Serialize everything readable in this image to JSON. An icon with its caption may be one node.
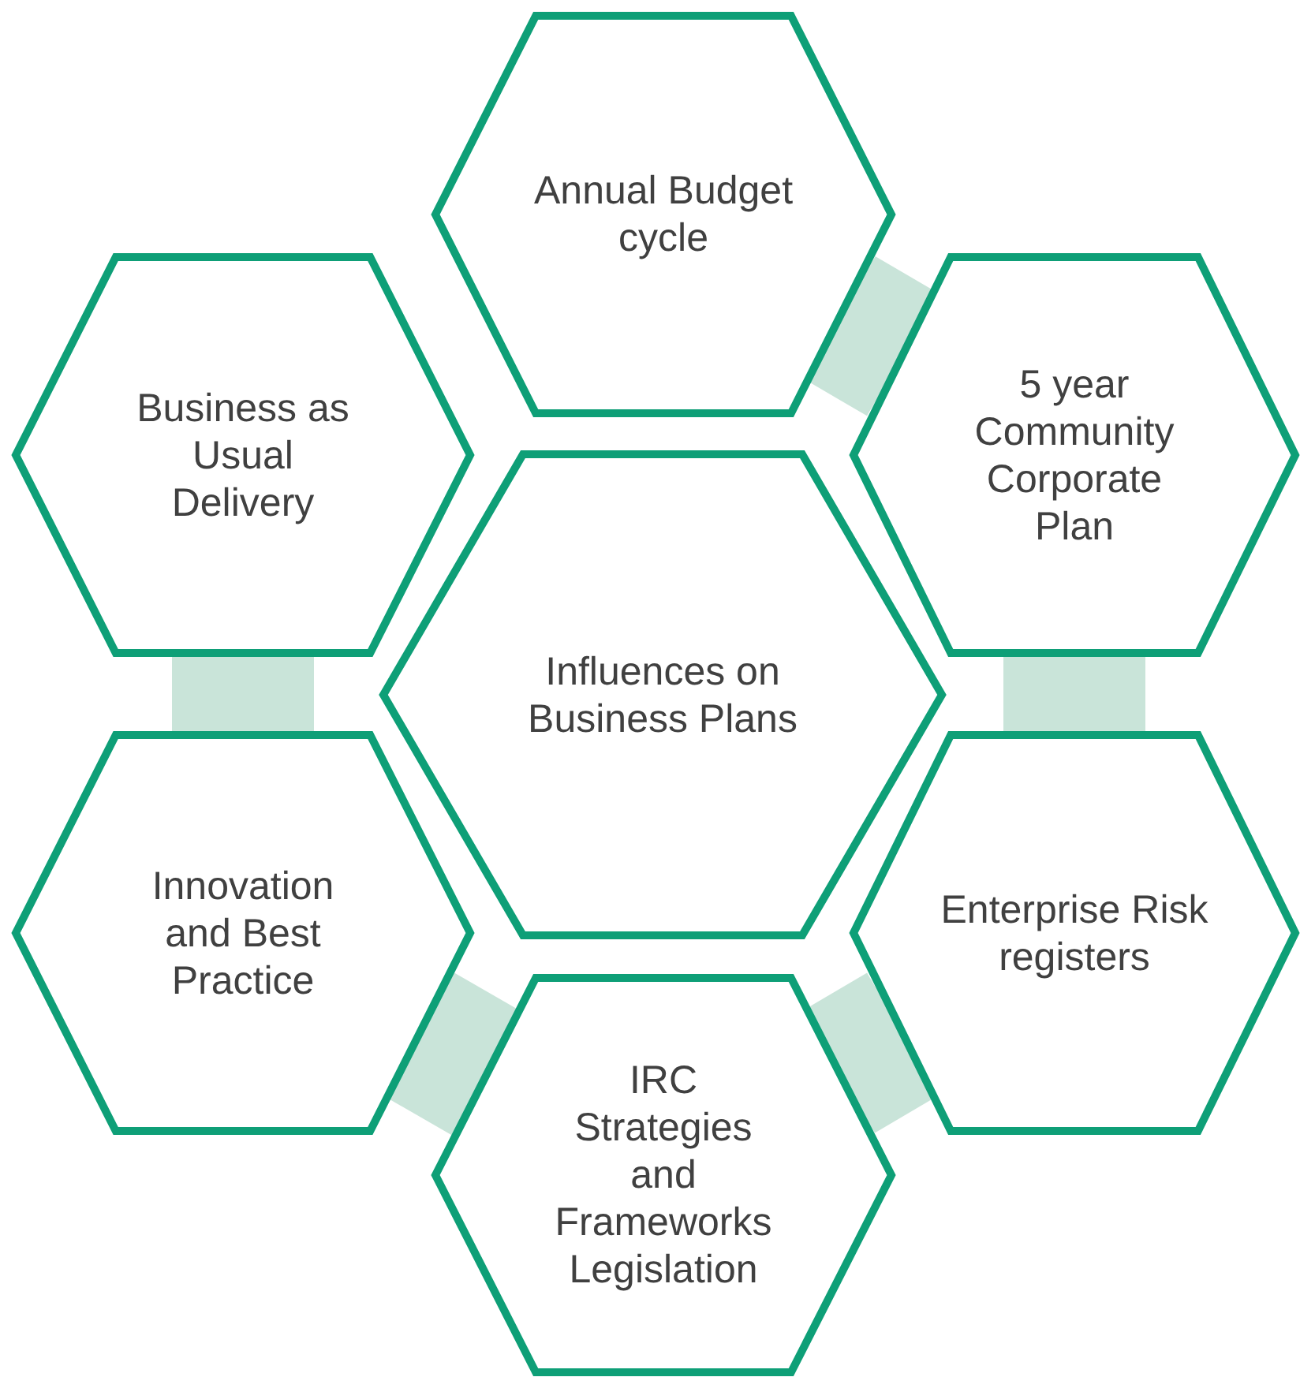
{
  "diagram": {
    "nodes": [
      {
        "text": [
          "Annual Budget cycle"
        ]
      },
      {
        "text": [
          "5 year Community Corporate Plan"
        ]
      },
      {
        "text": [
          "Business as Usual Delivery"
        ]
      },
      {
        "text": [
          "Influences on Business Plans"
        ]
      },
      {
        "text": [
          "Enterprise Risk registers"
        ]
      },
      {
        "text": [
          "Innovation and Best Practice"
        ]
      },
      {
        "text": [
          "IRC Strategies and Frameworks Legislation"
        ]
      }
    ],
    "edges": [
      {
        "from": 0,
        "to": 1,
        "arrow": "none"
      },
      {
        "from": 1,
        "to": 4,
        "arrow": "none"
      },
      {
        "from": 4,
        "to": 6,
        "arrow": "none"
      },
      {
        "from": 6,
        "to": 5,
        "arrow": "none"
      },
      {
        "from": 5,
        "to": 2,
        "arrow": "none"
      }
    ]
  }
}
